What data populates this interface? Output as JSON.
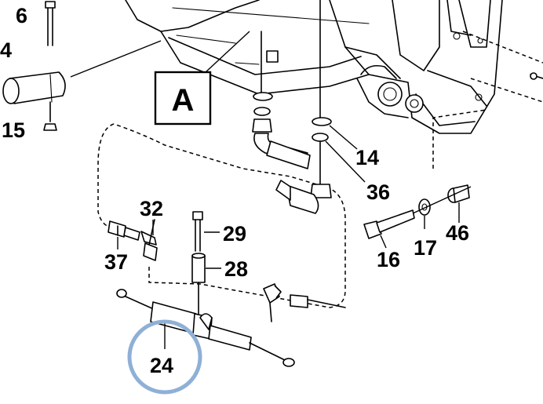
{
  "diagram": {
    "detail_label": "A",
    "highlight_color": "#8fb0d6",
    "callouts": {
      "c6": "6",
      "c4": "4",
      "c15": "15",
      "c14": "14",
      "c36": "36",
      "c32": "32",
      "c29": "29",
      "c28": "28",
      "c37": "37",
      "c16": "16",
      "c17": "17",
      "c46": "46",
      "c24": "24"
    }
  }
}
